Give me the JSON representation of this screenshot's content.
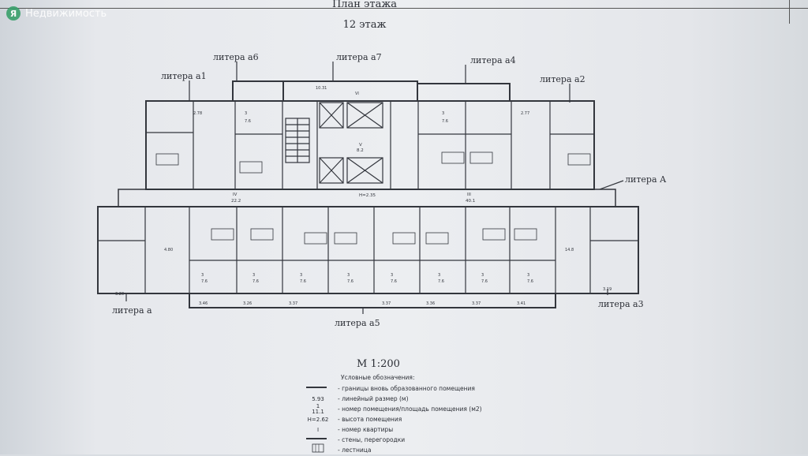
{
  "watermark": {
    "text": "Недвижимость"
  },
  "header": {
    "title": "План этажа",
    "floor": "12 этаж"
  },
  "litera": {
    "a1": "литера а1",
    "a6": "литера а6",
    "a7": "литера а7",
    "a4": "литера а4",
    "a2": "литера а2",
    "A": "литера А",
    "a": "литера а",
    "a5": "литера а5",
    "a3": "литера а3"
  },
  "scale": "М 1:200",
  "legend": {
    "heading": "Условные обозначения:",
    "items": [
      {
        "symbol": "",
        "text": "- границы вновь образованного помещения"
      },
      {
        "symbol": "5.93",
        "text": "- линейный размер (м)"
      },
      {
        "symbol": "1\n11.1",
        "text": "- номер помещения/площадь помещения (м2)"
      },
      {
        "symbol": "H=2.62",
        "text": "- высота помещения"
      },
      {
        "symbol": "I",
        "text": "- номер квартиры"
      },
      {
        "symbol": "",
        "text": "- стены, перегородки"
      },
      {
        "symbol": "",
        "text": "- лестница"
      }
    ]
  },
  "plan_labels": {
    "stair_area_top": "10.31",
    "corridor_left": "IV\n22.2",
    "corridor_mid": "H=2.35",
    "corridor_right": "III\n40.1",
    "center_room": "V\n8.2"
  },
  "colors": {
    "paper": "#eceef1",
    "ink": "#2c2f36"
  }
}
